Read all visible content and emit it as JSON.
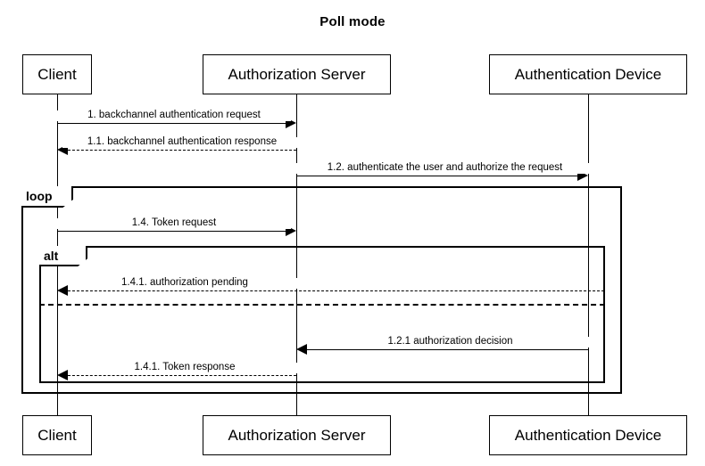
{
  "diagram": {
    "title": "Poll mode",
    "type": "uml-sequence-diagram",
    "background_color": "#ffffff",
    "line_color": "#000000"
  },
  "participants": [
    {
      "id": "client",
      "label": "Client"
    },
    {
      "id": "authorization-server",
      "label": "Authorization Server"
    },
    {
      "id": "authentication-device",
      "label": "Authentication Device"
    }
  ],
  "participants_footer": [
    {
      "id": "client",
      "label": "Client"
    },
    {
      "id": "authorization-server",
      "label": "Authorization Server"
    },
    {
      "id": "authentication-device",
      "label": "Authentication Device"
    }
  ],
  "fragments": [
    {
      "id": "loop",
      "label": "loop"
    },
    {
      "id": "alt",
      "label": "alt"
    }
  ],
  "messages": [
    {
      "id": "m1",
      "label": "1. backchannel authentication request",
      "from": "client",
      "to": "authorization-server",
      "style": "solid",
      "direction": "right"
    },
    {
      "id": "m2",
      "label": "1.1. backchannel authentication response",
      "from": "authorization-server",
      "to": "client",
      "style": "dashed",
      "direction": "left"
    },
    {
      "id": "m3",
      "label": "1.2. authenticate the user and authorize the request",
      "from": "authorization-server",
      "to": "authentication-device",
      "style": "solid",
      "direction": "right"
    },
    {
      "id": "m4",
      "label": "1.4. Token request",
      "from": "client",
      "to": "authorization-server",
      "style": "solid",
      "direction": "right"
    },
    {
      "id": "m5",
      "label": "1.4.1. authorization pending",
      "from": "authorization-server",
      "to": "client",
      "style": "dashed",
      "direction": "left"
    },
    {
      "id": "m6",
      "label": "1.2.1 authorization decision",
      "from": "authentication-device",
      "to": "authorization-server",
      "style": "solid",
      "direction": "left"
    },
    {
      "id": "m7",
      "label": "1.4.1. Token response",
      "from": "authorization-server",
      "to": "client",
      "style": "dashed",
      "direction": "left"
    }
  ]
}
